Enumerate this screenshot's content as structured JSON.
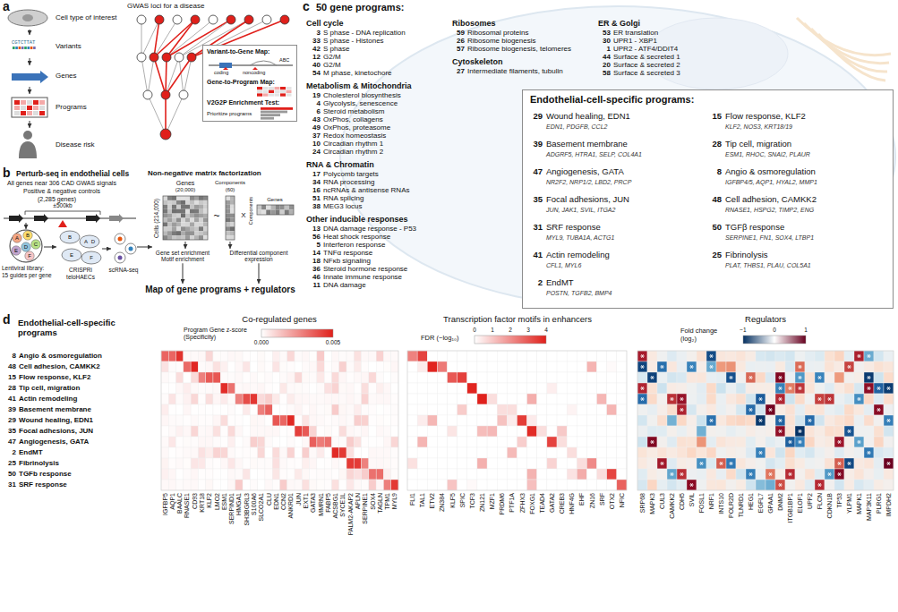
{
  "diagram": {
    "nodes": [
      {
        "text": [
          "Cell type of interest"
        ]
      },
      {
        "text": [
          "Variants"
        ]
      },
      {
        "text": [
          "Genes"
        ]
      },
      {
        "text": [
          "Programs"
        ]
      },
      {
        "text": [
          "Disease risk"
        ]
      },
      {
        "text": [
          "Variant-to-Gene Map:",
          "ABC",
          "coding",
          "noncoding",
          "Gene-to-Program Map:",
          "V2G2P Enrichment Test:",
          "Prioritize programs"
        ]
      },
      {
        "text": [
          "Gene set enrichment",
          "Motif enrichment"
        ]
      },
      {
        "text": [
          "Differential component expression"
        ]
      },
      {
        "text": [
          "Map of gene programs + regulators"
        ]
      },
      {
        "text": [
          "Endothelial-cell-specific programs:",
          "29",
          "Wound healing, EDN1",
          "EDN1, PDGFB, CCL2",
          "15",
          "Flow response, KLF2",
          "KLF2, NOS3, KRT18/19",
          "39",
          "Basement membrane",
          "ADGRF5, HTRA1, SELP, COL4A1",
          "28",
          "Tip cell, migration",
          "ESM1, RHOC, SNAI2, PLAUR",
          "47",
          "Angiogenesis, GATA",
          "NR2F2, NRP1/2, LBD2, PRCP",
          "8",
          "Angio & osmoregulation",
          "IGFBP4/5, AQP1, HYAL2, MMP1",
          "35",
          "Focal adhesions, JUN",
          "JUN, JAK1, SVIL, ITGA2",
          "48",
          "Cell adhesion, CAMKK2",
          "RNASE1, HSPG2, TIMP2, ENG",
          "31",
          "SRF response",
          "MYL9, TUBA1A, ACTG1",
          "50",
          "TGFβ response",
          "SERPINE1, FN1, SOX4, LTBP1",
          "41",
          "Actin remodeling",
          "CFL1, MYL6",
          "25",
          "Fibrinolysis",
          "PLAT, THBS1, PLAU, COL5A1",
          "2",
          "EndMT",
          "POSTN, TGFB2, BMP4"
        ]
      }
    ],
    "edges": [
      {
        "from": 0,
        "to": 1,
        "arrow": "to"
      },
      {
        "from": 1,
        "to": 2,
        "arrow": "to"
      },
      {
        "from": 2,
        "to": 3,
        "arrow": "to"
      },
      {
        "from": 3,
        "to": 4,
        "arrow": "to"
      },
      {
        "from": 6,
        "to": 8,
        "arrow": "to"
      },
      {
        "from": 7,
        "to": 8,
        "arrow": "to"
      }
    ],
    "labels": [
      "a",
      "GWAS loci for a disease",
      "CGTCTTAT",
      "b",
      "Perturb-seq in endothelial cells",
      "All genes near 306 CAD GWAS signals",
      "Positive & negative controls",
      "(2,285 genes)",
      "±500kb",
      "A",
      "B",
      "C",
      "D",
      "E",
      "F",
      "B",
      "A",
      "D",
      "E",
      "F",
      "Lentiviral library:",
      "15 guides per gene",
      "CRISPRi",
      "teloHAECs",
      "scRNA-seq",
      "Non-negative matrix factorization",
      "Genes",
      "(20,000)",
      "Cells (214,000)",
      "~",
      "Components",
      "(60)",
      "X",
      "Genes",
      "Components",
      "c",
      "50 gene programs:",
      "Cell cycle",
      "3",
      "S phase - DNA replication",
      "33",
      "S phase - Histones",
      "42",
      "S phase",
      "12",
      "G2/M",
      "40",
      "G2/M",
      "54",
      "M phase, kinetochore",
      "Metabolism & Mitochondria",
      "19",
      "Cholesterol biosynthesis",
      "4",
      "Glycolysis, senescence",
      "6",
      "Steroid metabolism",
      "43",
      "OxPhos, collagens",
      "49",
      "OxPhos, proteasome",
      "37",
      "Redox homeostasis",
      "10",
      "Circadian rhythm 1",
      "24",
      "Circadian rhythm 2",
      "RNA & Chromatin",
      "17",
      "Polycomb targets",
      "34",
      "RNA processing",
      "16",
      "ncRNAs & antisense RNAs",
      "51",
      "RNA splicing",
      "38",
      "MEG3 locus",
      "Other inducible responses",
      "13",
      "DNA damage response - P53",
      "56",
      "Heat shock response",
      "5",
      "Interferon response",
      "14",
      "TNFα response",
      "18",
      "NFκb signaling",
      "36",
      "Steroid hormone response",
      "46",
      "Innate immune response",
      "11",
      "DNA damage",
      "Ribosomes",
      "59",
      "Ribosomal proteins",
      "26",
      "Ribosome biogenesis",
      "57",
      "Ribosome biogenesis, telomeres",
      "Cytoskeleton",
      "27",
      "Intermediate filaments, tubulin",
      "ER & Golgi",
      "53",
      "ER translation",
      "30",
      "UPR1 - XBP1",
      "1",
      "UPR2 - ATF4/DDIT4",
      "44",
      "Surface & secreted 1",
      "20",
      "Surface & secreted 2",
      "58",
      "Surface & secreted 3",
      "d",
      "Endothelial-cell-specific programs",
      "Co-regulated genes",
      "Program Gene z-score (Specificity)",
      "0.000",
      "0.005",
      "Transcription factor motifs in enhancers",
      "FDR (−log₁₀)",
      "0",
      "1",
      "2",
      "3",
      "4",
      "Regulators",
      "Fold change (log₂)",
      "−1",
      "0",
      "1",
      "8",
      "Angio & osmoregulation",
      "48",
      "Cell adhesion, CAMKK2",
      "15",
      "Flow response, KLF2",
      "28",
      "Tip cell, migration",
      "41",
      "Actin remodeling",
      "39",
      "Basement membrane",
      "29",
      "Wound healing, EDN1",
      "35",
      "Focal adhesions, JUN",
      "47",
      "Angiogenesis, GATA",
      "2",
      "EndMT",
      "25",
      "Fibrinolysis",
      "50",
      "TGFb response",
      "31",
      "SRF response",
      "IGFBP5",
      "AQP1",
      "BAALC",
      "RNASE1",
      "CD93",
      "KRT18",
      "KLF2",
      "LMO2",
      "ESM1",
      "SERPIND1",
      "HMGA1",
      "SH3BGRL3",
      "S100A6",
      "SLCO2A1",
      "CLU",
      "EDN1",
      "CCN2",
      "ANKRD1",
      "JUN",
      "EXT1",
      "GATA3",
      "MMRN1",
      "FABP5",
      "ACSBG1",
      "SYCE1L",
      "PALM2-AKAP2",
      "APLN",
      "SERPINE1",
      "SOX4",
      "TAGLN",
      "TPM1",
      "MYL9",
      "FLI1",
      "TAL1",
      "ETV2",
      "ZN384",
      "KLF5",
      "SPIC",
      "TCF3",
      "ZN121",
      "MZF1",
      "PRDM6",
      "PTF1A",
      "ZFHX3",
      "FOXG1",
      "TEAD4",
      "GATA2",
      "CREB3",
      "HNF4G",
      "EHF",
      "ZN16",
      "SRF",
      "OTX2",
      "NFIC",
      "SRP68",
      "MAPK3",
      "CUL3",
      "CAMKK2",
      "CDH5",
      "SVIL",
      "FOSL1",
      "NRF1",
      "INTS10",
      "POLR2D",
      "TLNRD1",
      "HEG1",
      "EGFL7",
      "GPAA1",
      "DNM2",
      "ITGB1BP1",
      "ELOF1",
      "UPF2",
      "FLCN",
      "CDKN1B",
      "TP53",
      "YLPM1",
      "MAPK1",
      "MAP3K11",
      "PLRG1",
      "IMPDH2"
    ]
  }
}
